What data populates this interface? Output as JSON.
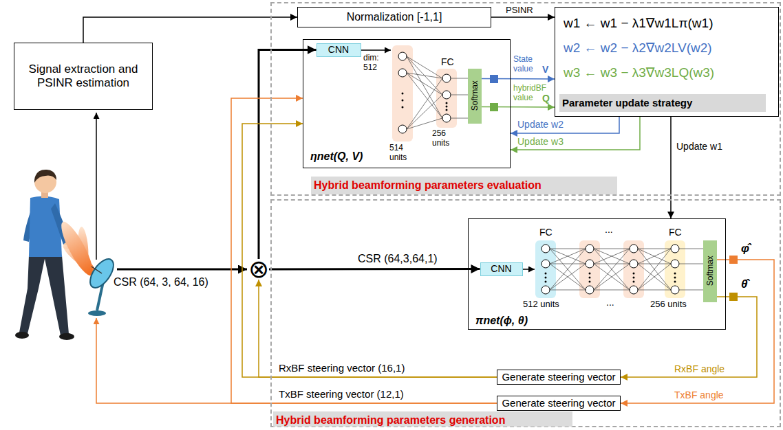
{
  "diagram": {
    "nodes": [
      {
        "text": [
          "Hybrid beamforming parameters evaluation"
        ]
      },
      {
        "text": [
          "Normalization [-1,1]"
        ],
        "in": 0
      },
      {
        "text": [
          "ηnet(Q, V)"
        ],
        "in": 0
      },
      {
        "text": [
          "CNN"
        ],
        "in": 2
      },
      {
        "text": [
          "Softmax"
        ],
        "in": 2
      },
      {
        "text": [
          "w1 ← w1 − λ1∇w1Lπ(w1)",
          "w2 ← w2 − λ2∇w2LV(w2)",
          "w3 ← w3 − λ3∇w3LQ(w3)",
          "Parameter update strategy"
        ],
        "in": 0
      },
      {
        "text": [
          "Signal extraction and PSINR estimation"
        ]
      },
      {
        "text": [
          "Hybrid beamforming parameters generation"
        ]
      },
      {
        "text": [
          "πnet(ϕ, θ)"
        ],
        "in": 7
      },
      {
        "text": [
          "CNN"
        ],
        "in": 8
      },
      {
        "text": [
          "Softmax"
        ],
        "in": 8
      },
      {
        "text": [
          "⊗"
        ]
      },
      {
        "text": [
          "Generate steering vector"
        ],
        "in": 7
      },
      {
        "text": [
          "Generate steering vector"
        ],
        "in": 7
      }
    ],
    "edges": [
      {
        "from": 6,
        "to": 1,
        "arrow": "to"
      },
      {
        "from": 1,
        "to": 5,
        "label": "PSINR",
        "arrow": "to"
      },
      {
        "from": 4,
        "to": 5,
        "label": "State value",
        "arrow": "to"
      },
      {
        "from": 4,
        "to": 5,
        "label": "hybridBF value",
        "arrow": "to"
      },
      {
        "from": 5,
        "to": 2,
        "label": "Update w2",
        "arrow": "to"
      },
      {
        "from": 5,
        "to": 2,
        "label": "Update w3",
        "arrow": "to"
      },
      {
        "from": 5,
        "to": 8,
        "label": "Update w1",
        "arrow": "to"
      },
      {
        "from": 11,
        "to": 3,
        "arrow": "to"
      },
      {
        "from": 11,
        "to": 9,
        "label": "CSR (64,3,64,1)",
        "arrow": "to"
      },
      {
        "from": 12,
        "to": 11,
        "label": "RxBF steering vector (16,1)",
        "arrow": "to"
      },
      {
        "from": 12,
        "to": 2,
        "arrow": "to"
      },
      {
        "from": 13,
        "to": 2,
        "arrow": "to"
      },
      {
        "from": 8,
        "to": 12,
        "label": "RxBF angle",
        "arrow": "to"
      },
      {
        "from": 8,
        "to": 13,
        "label": "TxBF angle",
        "arrow": "to"
      }
    ],
    "labels": [
      "dim: 512",
      "FC",
      "514 units",
      "256 units",
      "V",
      "Q",
      "CSR (64, 3, 64, 16)",
      "FC",
      "...",
      "FC",
      "512 units",
      "...",
      "256 units",
      "φ̂",
      "θ̂",
      "TxBF steering vector (12,1)"
    ]
  }
}
